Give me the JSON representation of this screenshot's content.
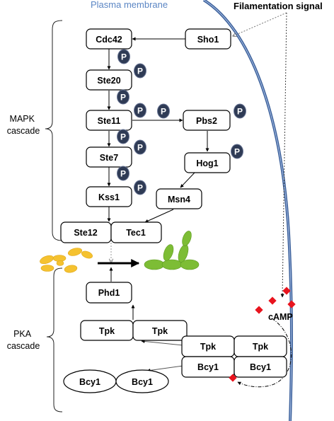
{
  "labels": {
    "plasma_membrane": "Plasma membrane",
    "filamentation_signal": "Filamentation signal",
    "mapk_cascade_line1": "MAPK",
    "mapk_cascade_line2": "cascade",
    "pka_cascade_line1": "PKA",
    "pka_cascade_line2": "cascade",
    "camp": "cAMP",
    "phospho": "P"
  },
  "proteins": {
    "sho1": "Sho1",
    "cdc42": "Cdc42",
    "ste20": "Ste20",
    "ste11": "Ste11",
    "pbs2": "Pbs2",
    "ste7": "Ste7",
    "hog1": "Hog1",
    "kss1": "Kss1",
    "msn4": "Msn4",
    "ste12": "Ste12",
    "tec1": "Tec1",
    "phd1": "Phd1",
    "tpk_left": "Tpk",
    "tpk_right": "Tpk",
    "tpk_bound_left": "Tpk",
    "tpk_bound_right": "Tpk",
    "bcy1_bound_left": "Bcy1",
    "bcy1_bound_right": "Bcy1",
    "bcy1_free_left": "Bcy1",
    "bcy1_free_right": "Bcy1"
  },
  "colors": {
    "membrane": "#3a5f9a",
    "membrane_label": "#5b86c4",
    "phospho_fill": "#2f3b55",
    "yeast": "#f5c230",
    "hyphae": "#7dbd35",
    "camp": "#e8141e"
  }
}
